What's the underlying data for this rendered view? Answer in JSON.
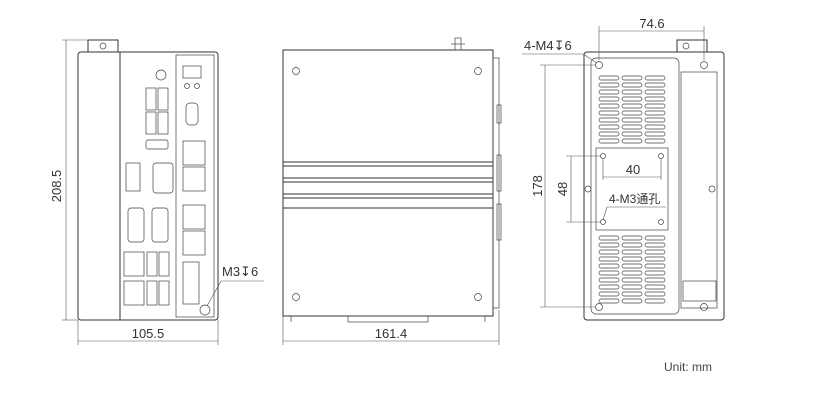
{
  "front_view": {
    "height_dim": "208.5",
    "width_dim": "105.5",
    "screw_callout": "M3↧6"
  },
  "side_view": {
    "length_dim": "161.4"
  },
  "back_view": {
    "mount_width_dim": "74.6",
    "top_hole_callout": "4-M4↧6",
    "height_dim": "178",
    "inner_height_dim": "48",
    "inner_width_dim": "40",
    "through_hole_callout": "4-M3通孔"
  },
  "unit_label": "Unit: mm"
}
